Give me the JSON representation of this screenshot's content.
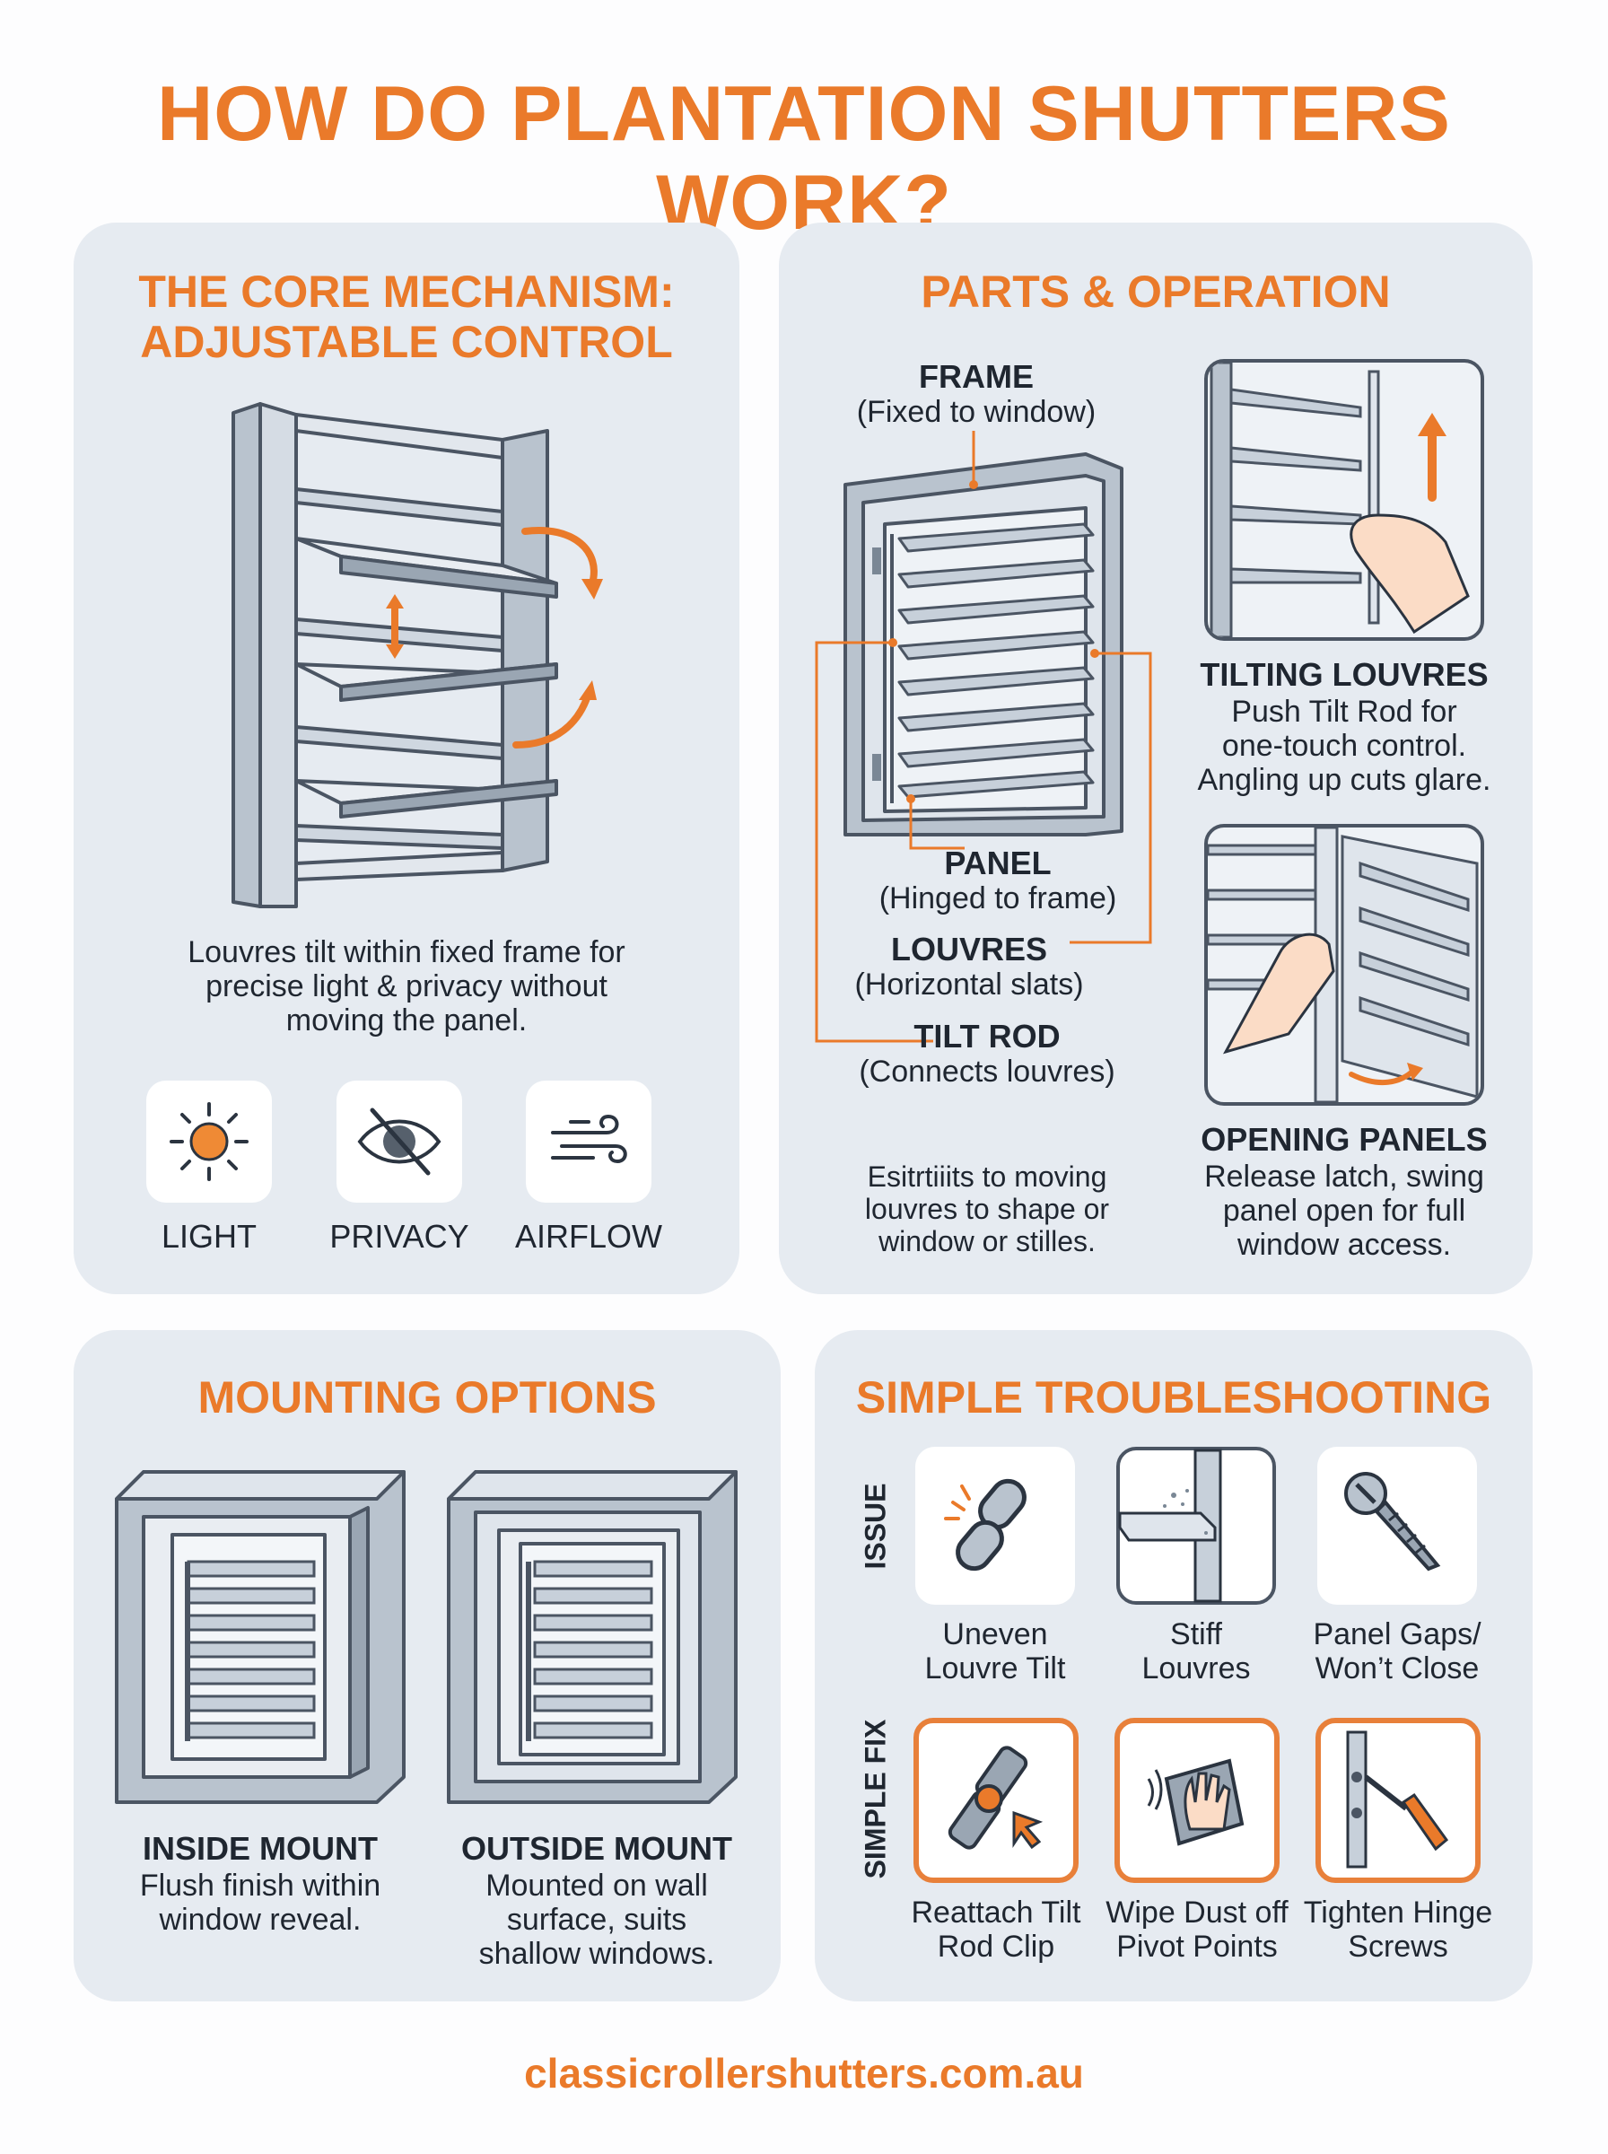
{
  "title": "HOW DO PLANTATION SHUTTERS WORK?",
  "core": {
    "heading_line1": "THE CORE MECHANISM:",
    "heading_line2": "ADJUSTABLE CONTROL",
    "desc_line1": "Louvres tilt within fixed frame for",
    "desc_line2": "precise light & privacy without",
    "desc_line3": "moving the panel.",
    "icons": [
      {
        "label": "LIGHT",
        "icon": "sun-icon"
      },
      {
        "label": "PRIVACY",
        "icon": "eye-slash-icon"
      },
      {
        "label": "AIRFLOW",
        "icon": "wind-icon"
      }
    ]
  },
  "parts": {
    "heading": "PARTS & OPERATION",
    "frame_label": "FRAME",
    "frame_sub": "(Fixed to window)",
    "panel_label": "PANEL",
    "panel_sub": "(Hinged to frame)",
    "louvres_label": "LOUVRES",
    "louvres_sub": "(Horizontal slats)",
    "tiltrod_label": "TILT ROD",
    "tiltrod_sub": "(Connects louvres)",
    "note_line1": "Esitrtiiits to moving",
    "note_line2": "louvres to shape or",
    "note_line3": "window or stilles.",
    "tilting_label": "TILTING LOUVRES",
    "tilting_line1": "Push Tilt Rod for",
    "tilting_line2": "one-touch control.",
    "tilting_line3": "Angling up cuts glare.",
    "opening_label": "OPENING PANELS",
    "opening_line1": "Release latch, swing",
    "opening_line2": "panel open for full",
    "opening_line3": "window access."
  },
  "mounting": {
    "heading": "MOUNTING OPTIONS",
    "inside_label": "INSIDE MOUNT",
    "inside_line1": "Flush finish within",
    "inside_line2": "window reveal.",
    "outside_label": "OUTSIDE MOUNT",
    "outside_line1": "Mounted on wall",
    "outside_line2": "surface, suits",
    "outside_line3": "shallow windows."
  },
  "trouble": {
    "heading": "SIMPLE TROUBLESHOOTING",
    "issue_label": "ISSUE",
    "fix_label": "SIMPLE FIX",
    "issues": [
      {
        "line1": "Uneven",
        "line2": "Louvre Tilt",
        "icon": "broken-chain-icon"
      },
      {
        "line1": "Stiff",
        "line2": "Louvres",
        "icon": "stiff-louvre-icon"
      },
      {
        "line1": "Panel Gaps/",
        "line2": "Won’t Close",
        "icon": "screw-icon"
      }
    ],
    "fixes": [
      {
        "line1": "Reattach Tilt",
        "line2": "Rod Clip",
        "icon": "clip-icon"
      },
      {
        "line1": "Wipe Dust off",
        "line2": "Pivot Points",
        "icon": "wipe-cloth-icon"
      },
      {
        "line1": "Tighten Hinge",
        "line2": "Screws",
        "icon": "screwdriver-icon"
      }
    ]
  },
  "footer": "classicrollershutters.com.au",
  "colors": {
    "accent": "#ea7a2a",
    "card": "#e6ebf1",
    "line": "#4b5563"
  }
}
